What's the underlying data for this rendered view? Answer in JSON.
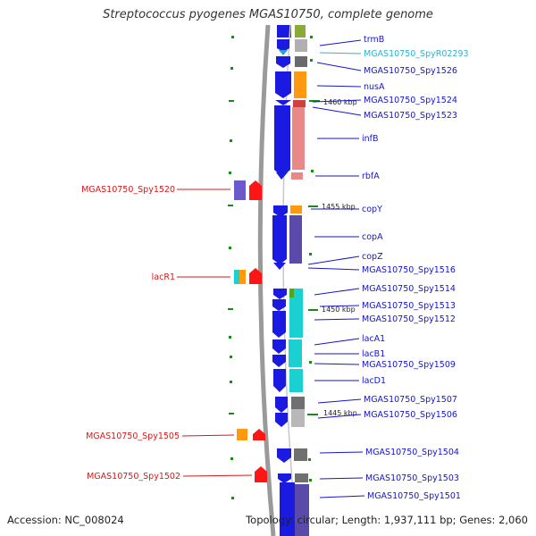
{
  "title": "Streptococcus pyogenes MGAS10750, complete genome",
  "footer": {
    "accession": "Accession: NC_008024",
    "topology": "Topology: circular; Length: 1,937,111 bp; Genes: 2,060"
  },
  "kbp_markers": [
    "1460 kbp",
    "1455 kbp",
    "1450 kbp",
    "1445 kbp"
  ],
  "right_genes": [
    "trmB",
    "MGAS10750_SpyR02293",
    "MGAS10750_Spy1526",
    "nusA",
    "MGAS10750_Spy1524",
    "MGAS10750_Spy1523",
    "infB",
    "rbfA",
    "copY",
    "copA",
    "copZ",
    "MGAS10750_Spy1516",
    "MGAS10750_Spy1514",
    "MGAS10750_Spy1513",
    "MGAS10750_Spy1512",
    "lacA1",
    "lacB1",
    "MGAS10750_Spy1509",
    "lacD1",
    "MGAS10750_Spy1507",
    "MGAS10750_Spy1506",
    "MGAS10750_Spy1504",
    "MGAS10750_Spy1503",
    "MGAS10750_Spy1501"
  ],
  "left_genes": [
    "MGAS10750_Spy1520",
    "lacR1",
    "MGAS10750_Spy1505",
    "MGAS10750_Spy1502"
  ],
  "colors": {
    "forward_label": "#1515c8",
    "rna_label": "#2ab4d4",
    "reverse_label": "#d81818",
    "backbone": "#909090",
    "gene_blue": "#1a1ae0",
    "feature_red": "#ff1515"
  }
}
